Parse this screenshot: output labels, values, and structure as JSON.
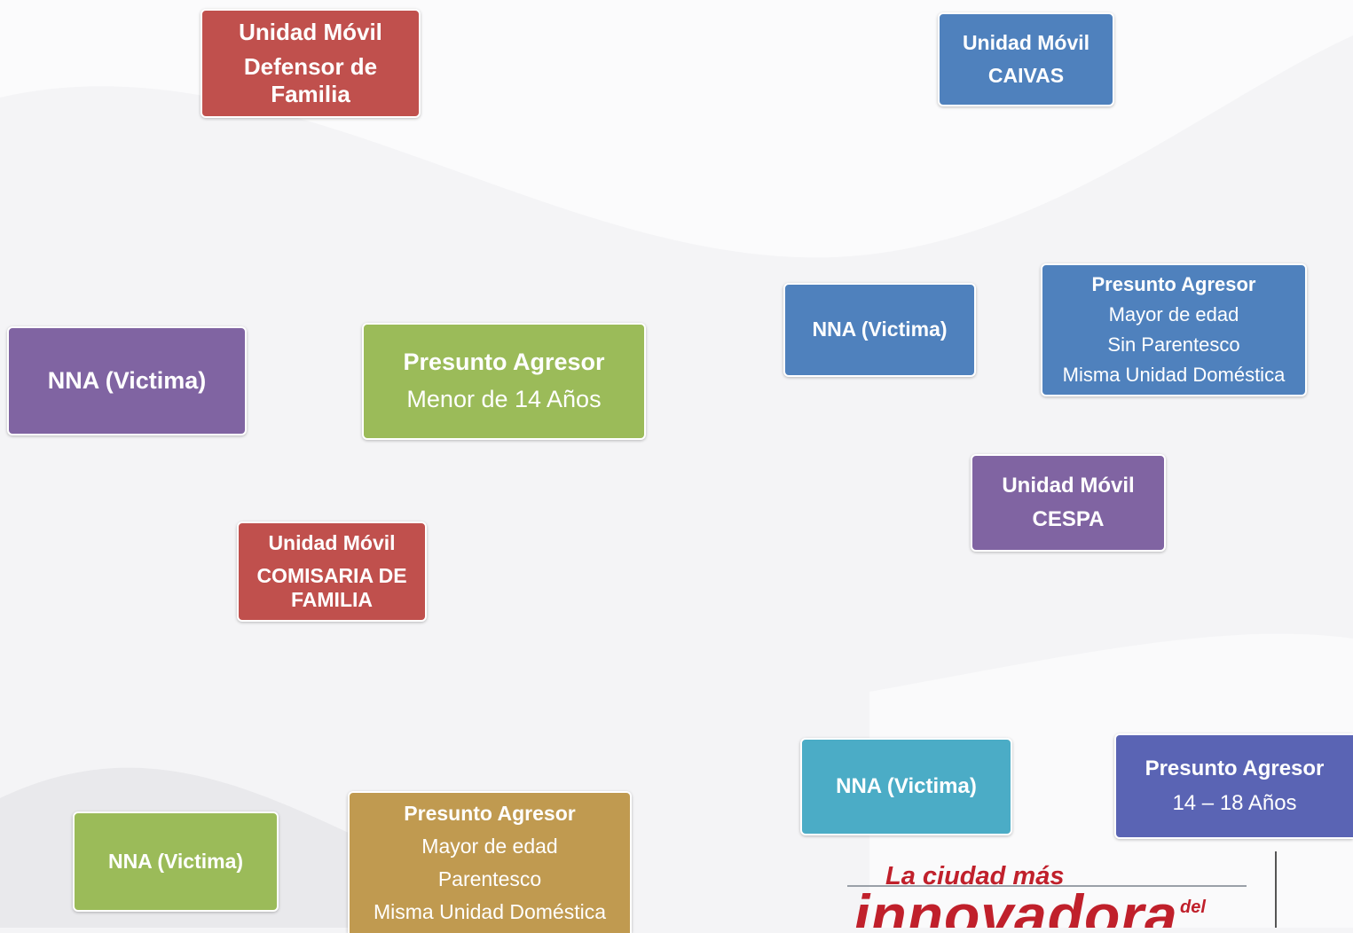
{
  "colors": {
    "red": "#c0504d",
    "purple": "#8064a2",
    "green": "#9bbb59",
    "blue": "#4f81bd",
    "light_blue": "#b3c6e2",
    "teal": "#4bacc6",
    "indigo": "#5a64b4",
    "gold": "#c09a50"
  },
  "diagram1": {
    "top": [
      "Unidad Móvil",
      "Defensor de",
      "Familia"
    ],
    "victim": "NNA (Victima)",
    "aggressor_title": "Presunto Agresor",
    "aggressor_detail": "Menor de 14 Años"
  },
  "diagram2": {
    "top": [
      "Unidad Móvil",
      "CAIVAS"
    ],
    "victim": "NNA (Victima)",
    "aggressor_title": "Presunto Agresor",
    "aggressor_details": [
      "Mayor de edad",
      "Sin Parentesco",
      "Misma Unidad Doméstica"
    ]
  },
  "diagram3": {
    "top": [
      "Unidad Móvil",
      "COMISARIA DE",
      "FAMILIA"
    ],
    "victim": "NNA (Victima)",
    "aggressor_title": "Presunto Agresor",
    "aggressor_details": [
      "Mayor de edad",
      "Parentesco",
      "Misma Unidad Doméstica"
    ]
  },
  "diagram4": {
    "top": [
      "Unidad Móvil",
      "CESPA"
    ],
    "victim": "NNA (Victima)",
    "aggressor_title": "Presunto Agresor",
    "aggressor_detail": "14 – 18 Años"
  },
  "logo": {
    "line1": "La ciudad más",
    "line2": "innovadora",
    "line3": "del"
  }
}
